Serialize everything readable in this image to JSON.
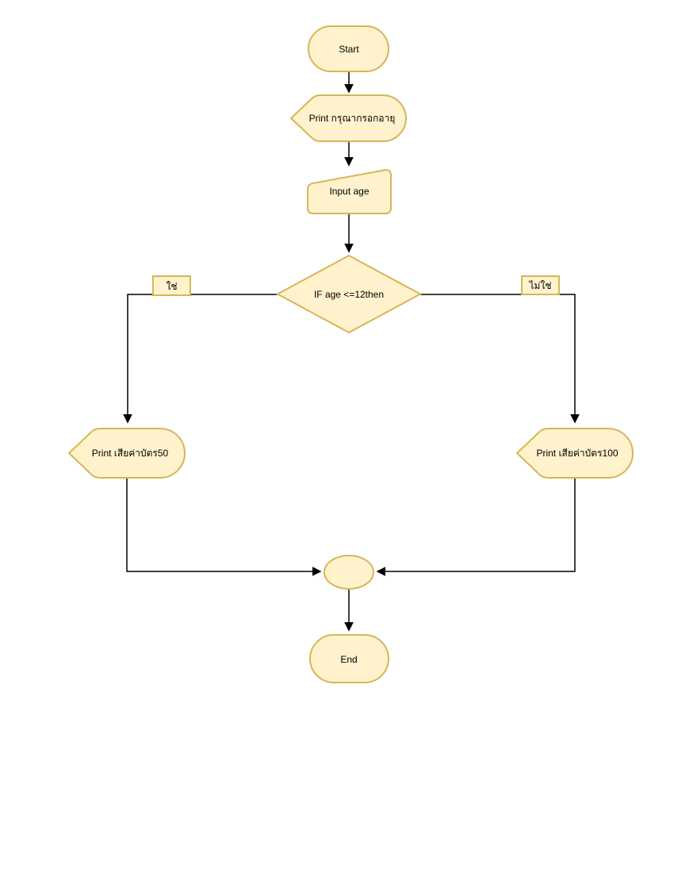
{
  "diagram": {
    "type": "flowchart",
    "theme": {
      "shape_fill": "#FFF2CC",
      "shape_stroke": "#D6B656",
      "line_color": "#000000",
      "text_color": "#000000",
      "background": "#FFFFFF"
    },
    "nodes": {
      "start": {
        "type": "terminator",
        "label": "Start"
      },
      "print_prompt": {
        "type": "display",
        "label": "Print กรุณากรอกอายุ"
      },
      "input_age": {
        "type": "manual-input",
        "label": "Input age"
      },
      "decision": {
        "type": "decision",
        "label": "IF age <=12then"
      },
      "print_50": {
        "type": "display",
        "label": "Print เสียค่าบัตร50"
      },
      "print_100": {
        "type": "display",
        "label": "Print เสียค่าบัตร100"
      },
      "junction": {
        "type": "connector",
        "label": ""
      },
      "end": {
        "type": "terminator",
        "label": "End"
      }
    },
    "edge_labels": {
      "yes": "ใช่",
      "no": "ไม่ใช่"
    }
  }
}
